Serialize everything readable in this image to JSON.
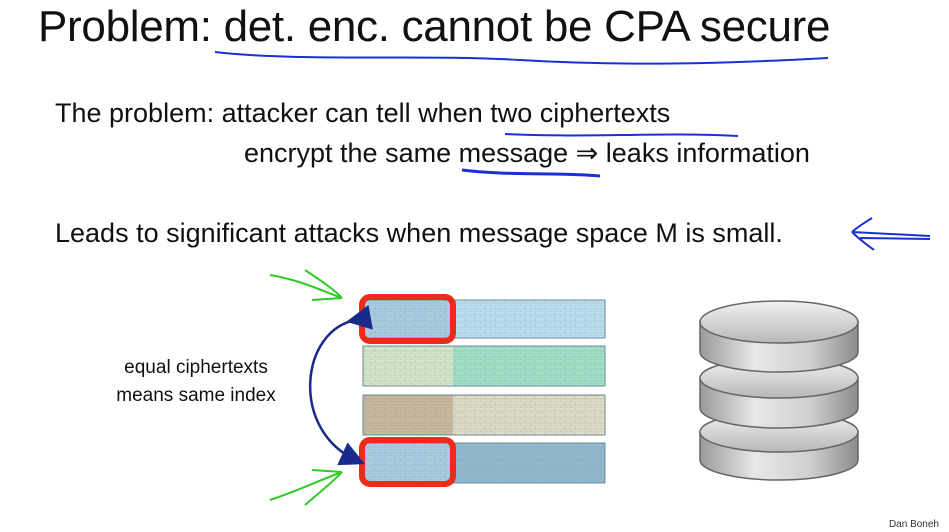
{
  "slide": {
    "title": "Problem:  det. enc. cannot be CPA secure",
    "line1": "The problem:  attacker can tell when two ciphertexts",
    "line2": "encrypt the same message  ⇒  leaks information",
    "line3": "Leads to significant attacks when message space M is small.",
    "caption_line1": "equal ciphertexts",
    "caption_line2": "means same index",
    "credit": "Dan Boneh"
  },
  "colors": {
    "ink_blue": "#1a2fd6",
    "ink_green": "#2ecc24",
    "highlight_red": "#ee2a1a",
    "arrow_navy": "#1a2a8a"
  },
  "icons": {
    "database": "database-icon"
  }
}
